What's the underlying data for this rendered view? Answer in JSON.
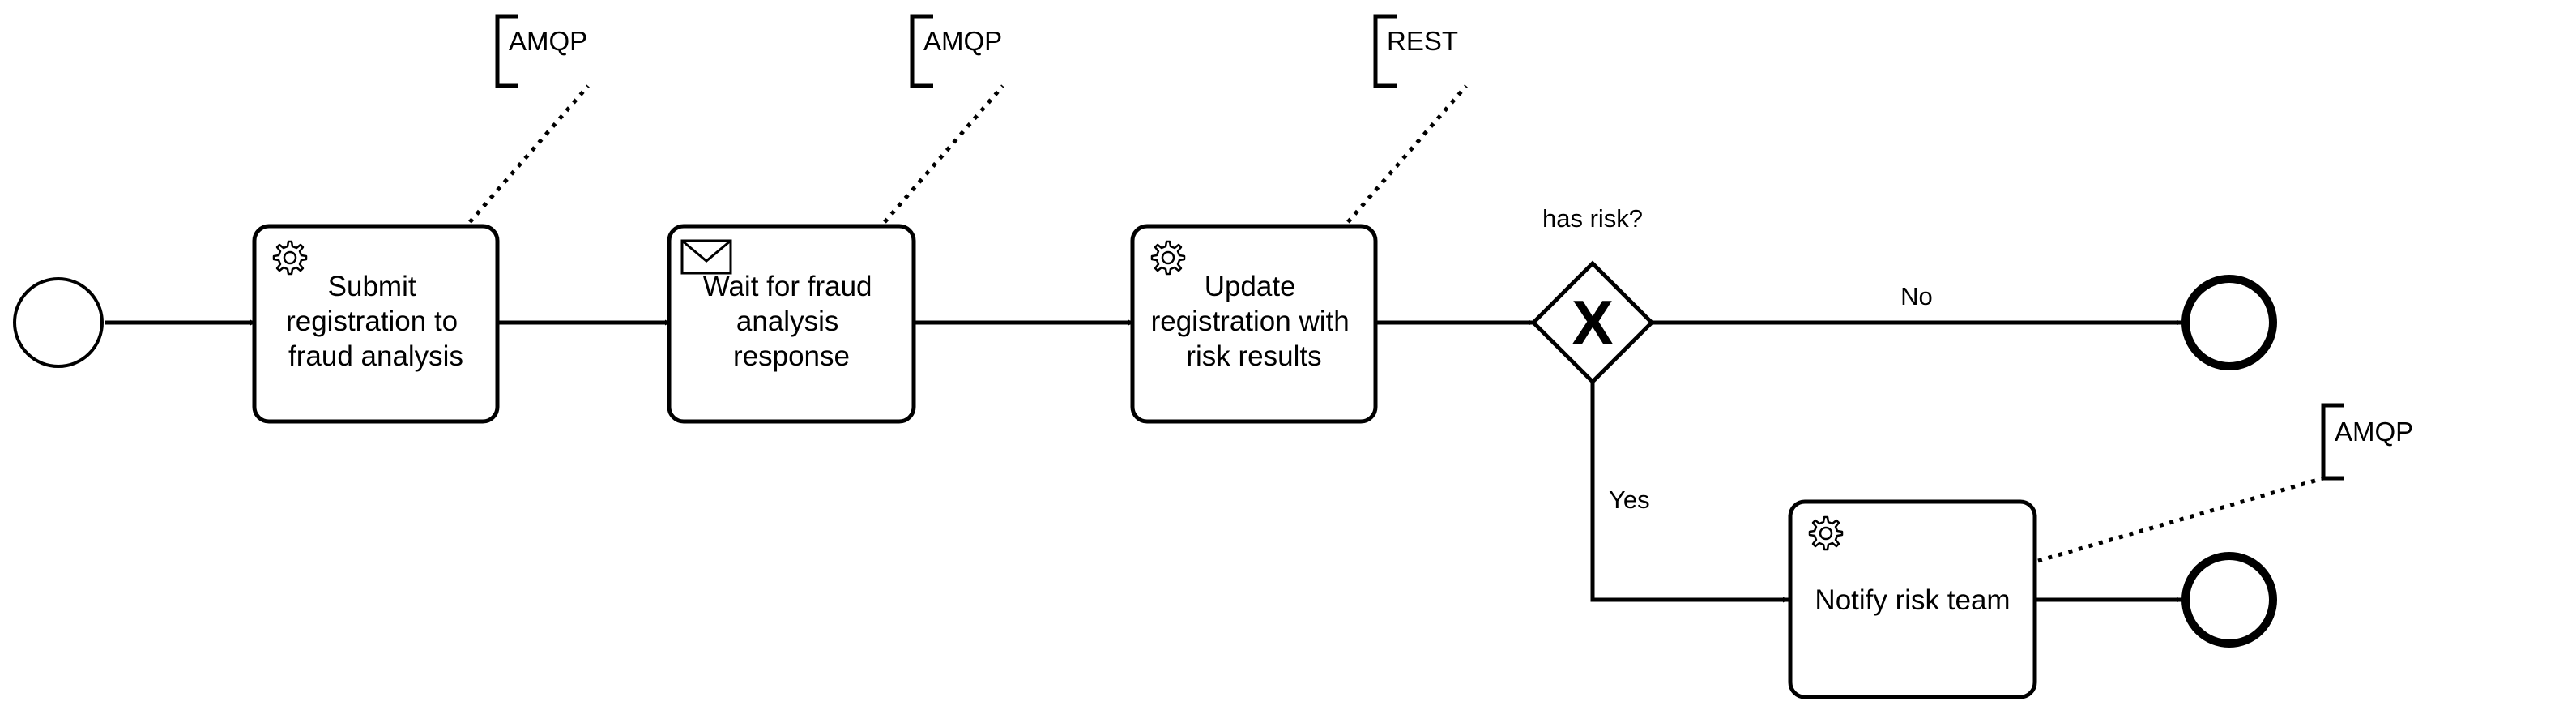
{
  "tasks": {
    "submit": {
      "lines": [
        "Submit",
        "registration to",
        "fraud analysis"
      ],
      "icon": "gear-icon"
    },
    "wait": {
      "lines": [
        "Wait for fraud",
        "analysis",
        "response"
      ],
      "icon": "envelope-icon"
    },
    "update": {
      "lines": [
        "Update",
        "registration with",
        "risk results"
      ],
      "icon": "gear-icon"
    },
    "notify": {
      "lines": [
        "Notify risk team"
      ],
      "icon": "gear-icon"
    }
  },
  "gateway": {
    "label": "has risk?",
    "marker": "X"
  },
  "flows": {
    "no_label": "No",
    "yes_label": "Yes"
  },
  "annotations": {
    "submit": "AMQP",
    "wait": "AMQP",
    "update": "REST",
    "notify": "AMQP"
  }
}
